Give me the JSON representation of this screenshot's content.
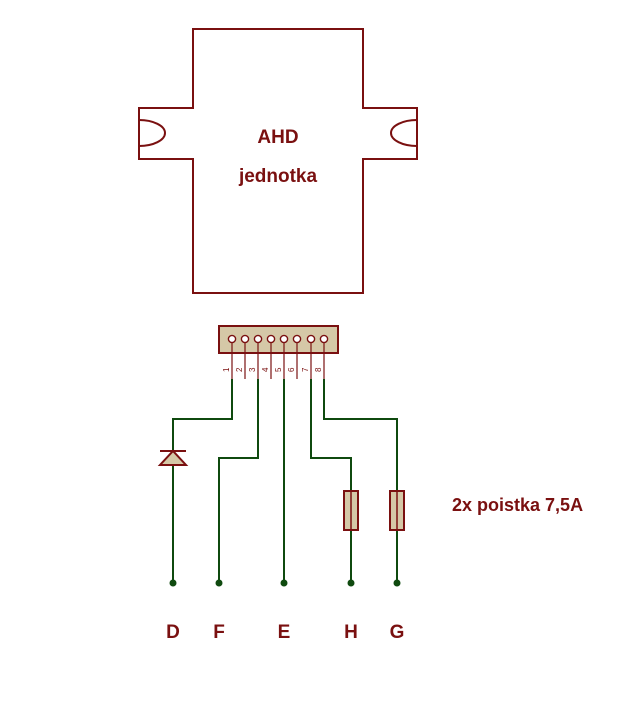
{
  "unit": {
    "title": "AHD",
    "subtitle": "jednotka"
  },
  "connector": {
    "pins": [
      "1",
      "2",
      "3",
      "4",
      "5",
      "6",
      "7",
      "8"
    ]
  },
  "fuse_note": "2x poistka 7,5A",
  "terminals": [
    "D",
    "F",
    "E",
    "H",
    "G"
  ],
  "colors": {
    "outline": "#7a1010",
    "wire": "#0f4a0f",
    "component_fill": "#d5c8a7",
    "label": "#7a1010"
  }
}
